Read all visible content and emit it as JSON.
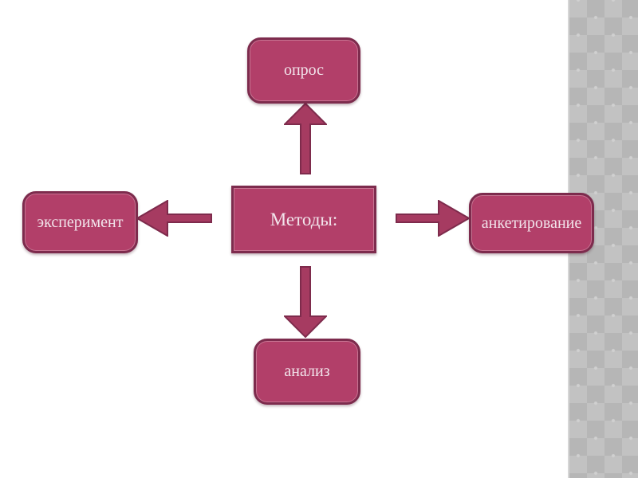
{
  "slide": {
    "type": "radial-diagram",
    "center_node": {
      "label": "Методы:"
    },
    "nodes": {
      "top": {
        "label": "опрос"
      },
      "left": {
        "label": "эксперимент"
      },
      "right": {
        "label": "анкетирование"
      },
      "bottom": {
        "label": "анализ"
      }
    },
    "connectors": [
      {
        "from": "center",
        "to": "top",
        "direction": "up"
      },
      {
        "from": "center",
        "to": "left",
        "direction": "left"
      },
      {
        "from": "center",
        "to": "right",
        "direction": "right"
      },
      {
        "from": "center",
        "to": "bottom",
        "direction": "down"
      }
    ],
    "colors": {
      "shape_fill": "#b23f69",
      "shape_border": "#7d2b4d",
      "arrow_fill": "#a63b61",
      "arrow_border": "#7e2b4c",
      "text": "#f2e4eb",
      "background": "#ffffff",
      "sidebar_base": "#c2c2c2",
      "sidebar_diamond": "#b6b6b6"
    }
  }
}
